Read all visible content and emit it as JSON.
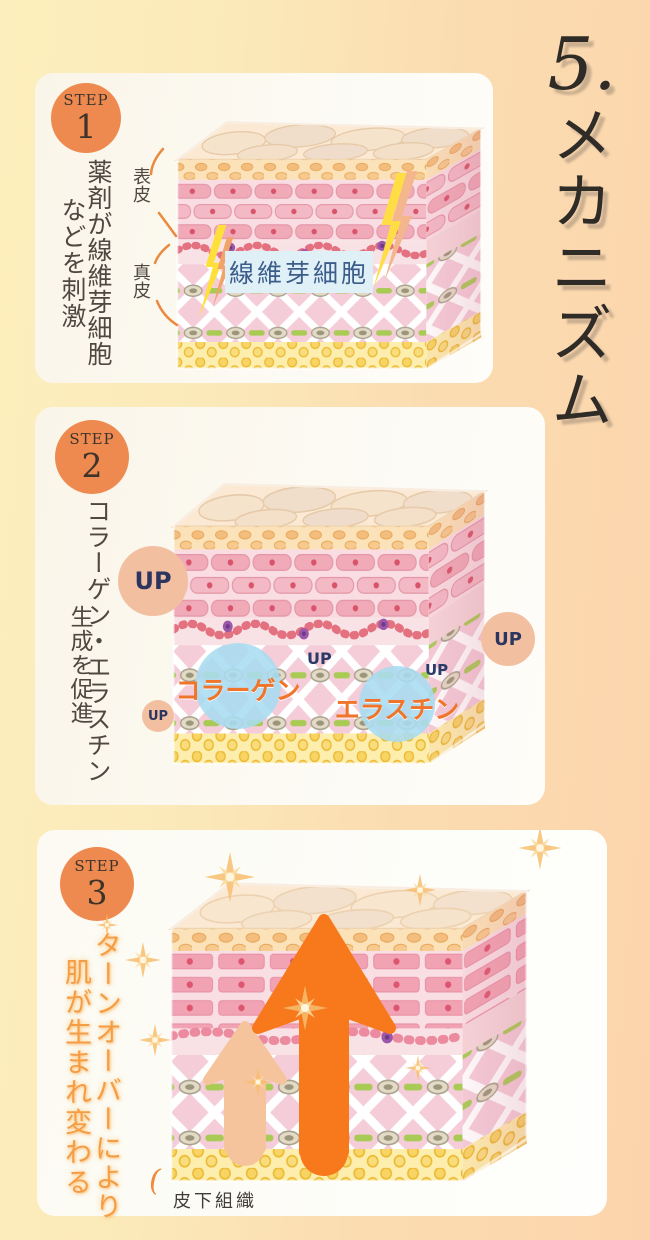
{
  "title": {
    "number": "5.",
    "chars": [
      "メ",
      "カ",
      "ニ",
      "ズ",
      "ム"
    ]
  },
  "steps": [
    {
      "badge_label": "STEP",
      "badge_number": "1",
      "caption_primary": "薬剤が線維芽細胞",
      "caption_secondary": "などを刺激",
      "labels": {
        "epidermis": "表皮",
        "dermis": "真皮",
        "fibroblast": "線維芽細胞"
      }
    },
    {
      "badge_label": "STEP",
      "badge_number": "2",
      "caption_primary": "コラーゲン・エラスチン",
      "caption_secondary": "生成を促進",
      "labels": {
        "collagen": "コラーゲン",
        "elastin": "エラスチン",
        "up": "UP"
      }
    },
    {
      "badge_label": "STEP",
      "badge_number": "3",
      "caption_primary": "ターンオーバーにより",
      "caption_secondary": "肌が生まれ変わる",
      "labels": {
        "subcutaneous": "皮下組織",
        "open_paren": "("
      }
    }
  ],
  "colors": {
    "step_badge": "#ee8a50",
    "up_badge_bg": "#f2c0a0",
    "up_text": "#2b3560",
    "collagen_elastin_text": "#f0752b",
    "fibroblast_bg": "#dff0f6",
    "fibroblast_text": "#3c5d8a",
    "caption_orange": "#f59d45",
    "arrow_orange": "#f8791c",
    "arrow_peach": "#f5c49d",
    "title_ink": "#2f2b27"
  }
}
